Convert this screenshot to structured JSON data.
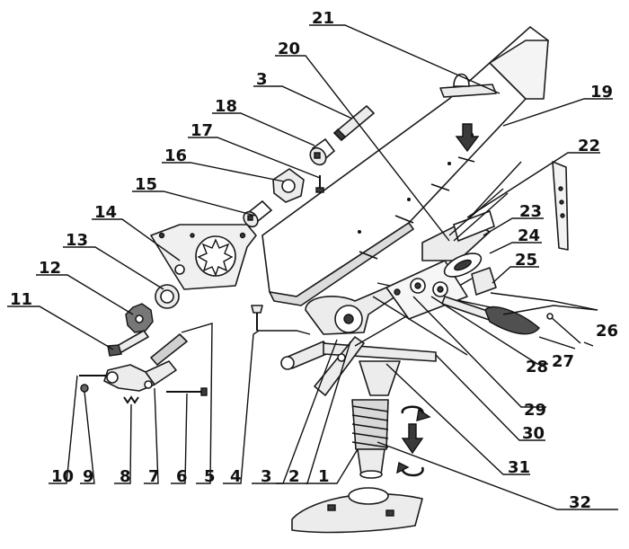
{
  "diagram": {
    "callouts": [
      {
        "id": "c1",
        "text": "1"
      },
      {
        "id": "c2",
        "text": "2"
      },
      {
        "id": "c3",
        "text": "3"
      },
      {
        "id": "c3b",
        "text": "3"
      },
      {
        "id": "c4",
        "text": "4"
      },
      {
        "id": "c5",
        "text": "5"
      },
      {
        "id": "c6",
        "text": "6"
      },
      {
        "id": "c7",
        "text": "7"
      },
      {
        "id": "c8",
        "text": "8"
      },
      {
        "id": "c9",
        "text": "9"
      },
      {
        "id": "c10",
        "text": "10"
      },
      {
        "id": "c11",
        "text": "11"
      },
      {
        "id": "c12",
        "text": "12"
      },
      {
        "id": "c13",
        "text": "13"
      },
      {
        "id": "c14",
        "text": "14"
      },
      {
        "id": "c15",
        "text": "15"
      },
      {
        "id": "c16",
        "text": "16"
      },
      {
        "id": "c17",
        "text": "17"
      },
      {
        "id": "c18",
        "text": "18"
      },
      {
        "id": "c19",
        "text": "19"
      },
      {
        "id": "c20",
        "text": "20"
      },
      {
        "id": "c21",
        "text": "21"
      },
      {
        "id": "c22",
        "text": "22"
      },
      {
        "id": "c23",
        "text": "23"
      },
      {
        "id": "c24",
        "text": "24"
      },
      {
        "id": "c25",
        "text": "25"
      },
      {
        "id": "c26",
        "text": "26"
      },
      {
        "id": "c27",
        "text": "27"
      },
      {
        "id": "c28",
        "text": "28"
      },
      {
        "id": "c29",
        "text": "29"
      },
      {
        "id": "c30",
        "text": "30"
      },
      {
        "id": "c31",
        "text": "31"
      },
      {
        "id": "c32",
        "text": "32"
      }
    ]
  }
}
